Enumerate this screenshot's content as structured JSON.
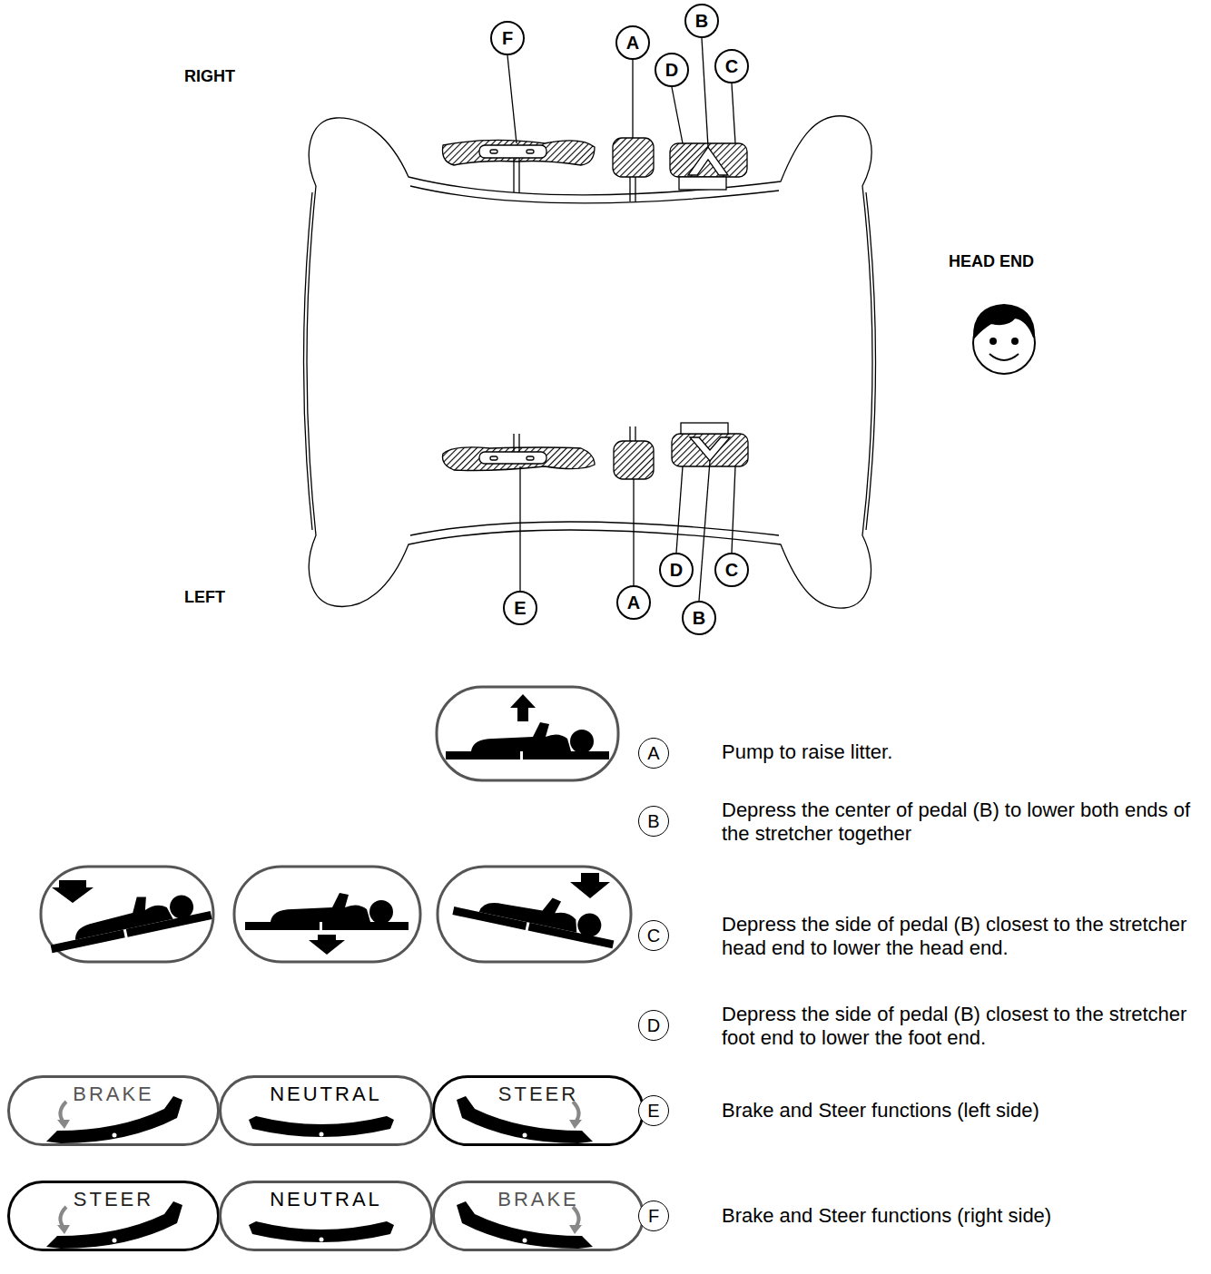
{
  "diagram": {
    "nodes": [
      {
        "text": [
          "F"
        ]
      },
      {
        "text": [
          "A"
        ]
      },
      {
        "text": [
          "B"
        ]
      },
      {
        "text": [
          "D"
        ]
      },
      {
        "text": [
          "C"
        ]
      },
      {
        "text": [
          "D"
        ]
      },
      {
        "text": [
          "C"
        ]
      },
      {
        "text": [
          "E"
        ]
      },
      {
        "text": [
          "A"
        ]
      },
      {
        "text": [
          "B"
        ]
      },
      {
        "text": [
          "A"
        ]
      },
      {
        "text": [
          "B"
        ]
      },
      {
        "text": [
          "C"
        ]
      },
      {
        "text": [
          "D"
        ]
      },
      {
        "text": [
          "BRAKE"
        ]
      },
      {
        "text": [
          "NEUTRAL"
        ]
      },
      {
        "text": [
          "STEER"
        ]
      },
      {
        "text": [
          "E"
        ]
      },
      {
        "text": [
          "STEER"
        ]
      },
      {
        "text": [
          "NEUTRAL"
        ]
      },
      {
        "text": [
          "BRAKE"
        ]
      },
      {
        "text": [
          "F"
        ]
      }
    ],
    "labels": [
      "RIGHT",
      "LEFT",
      "HEAD END",
      "Pump to raise litter.",
      "Depress the center of pedal (B) to lower both ends of the stretcher together",
      "Depress the side of pedal (B) closest to the stretcher head end to lower the head end.",
      "Depress the side of pedal (B) closest to the stretcher foot end to lower the foot end.",
      "Brake and Steer functions (left side)",
      "Brake and Steer functions (right side)"
    ]
  }
}
